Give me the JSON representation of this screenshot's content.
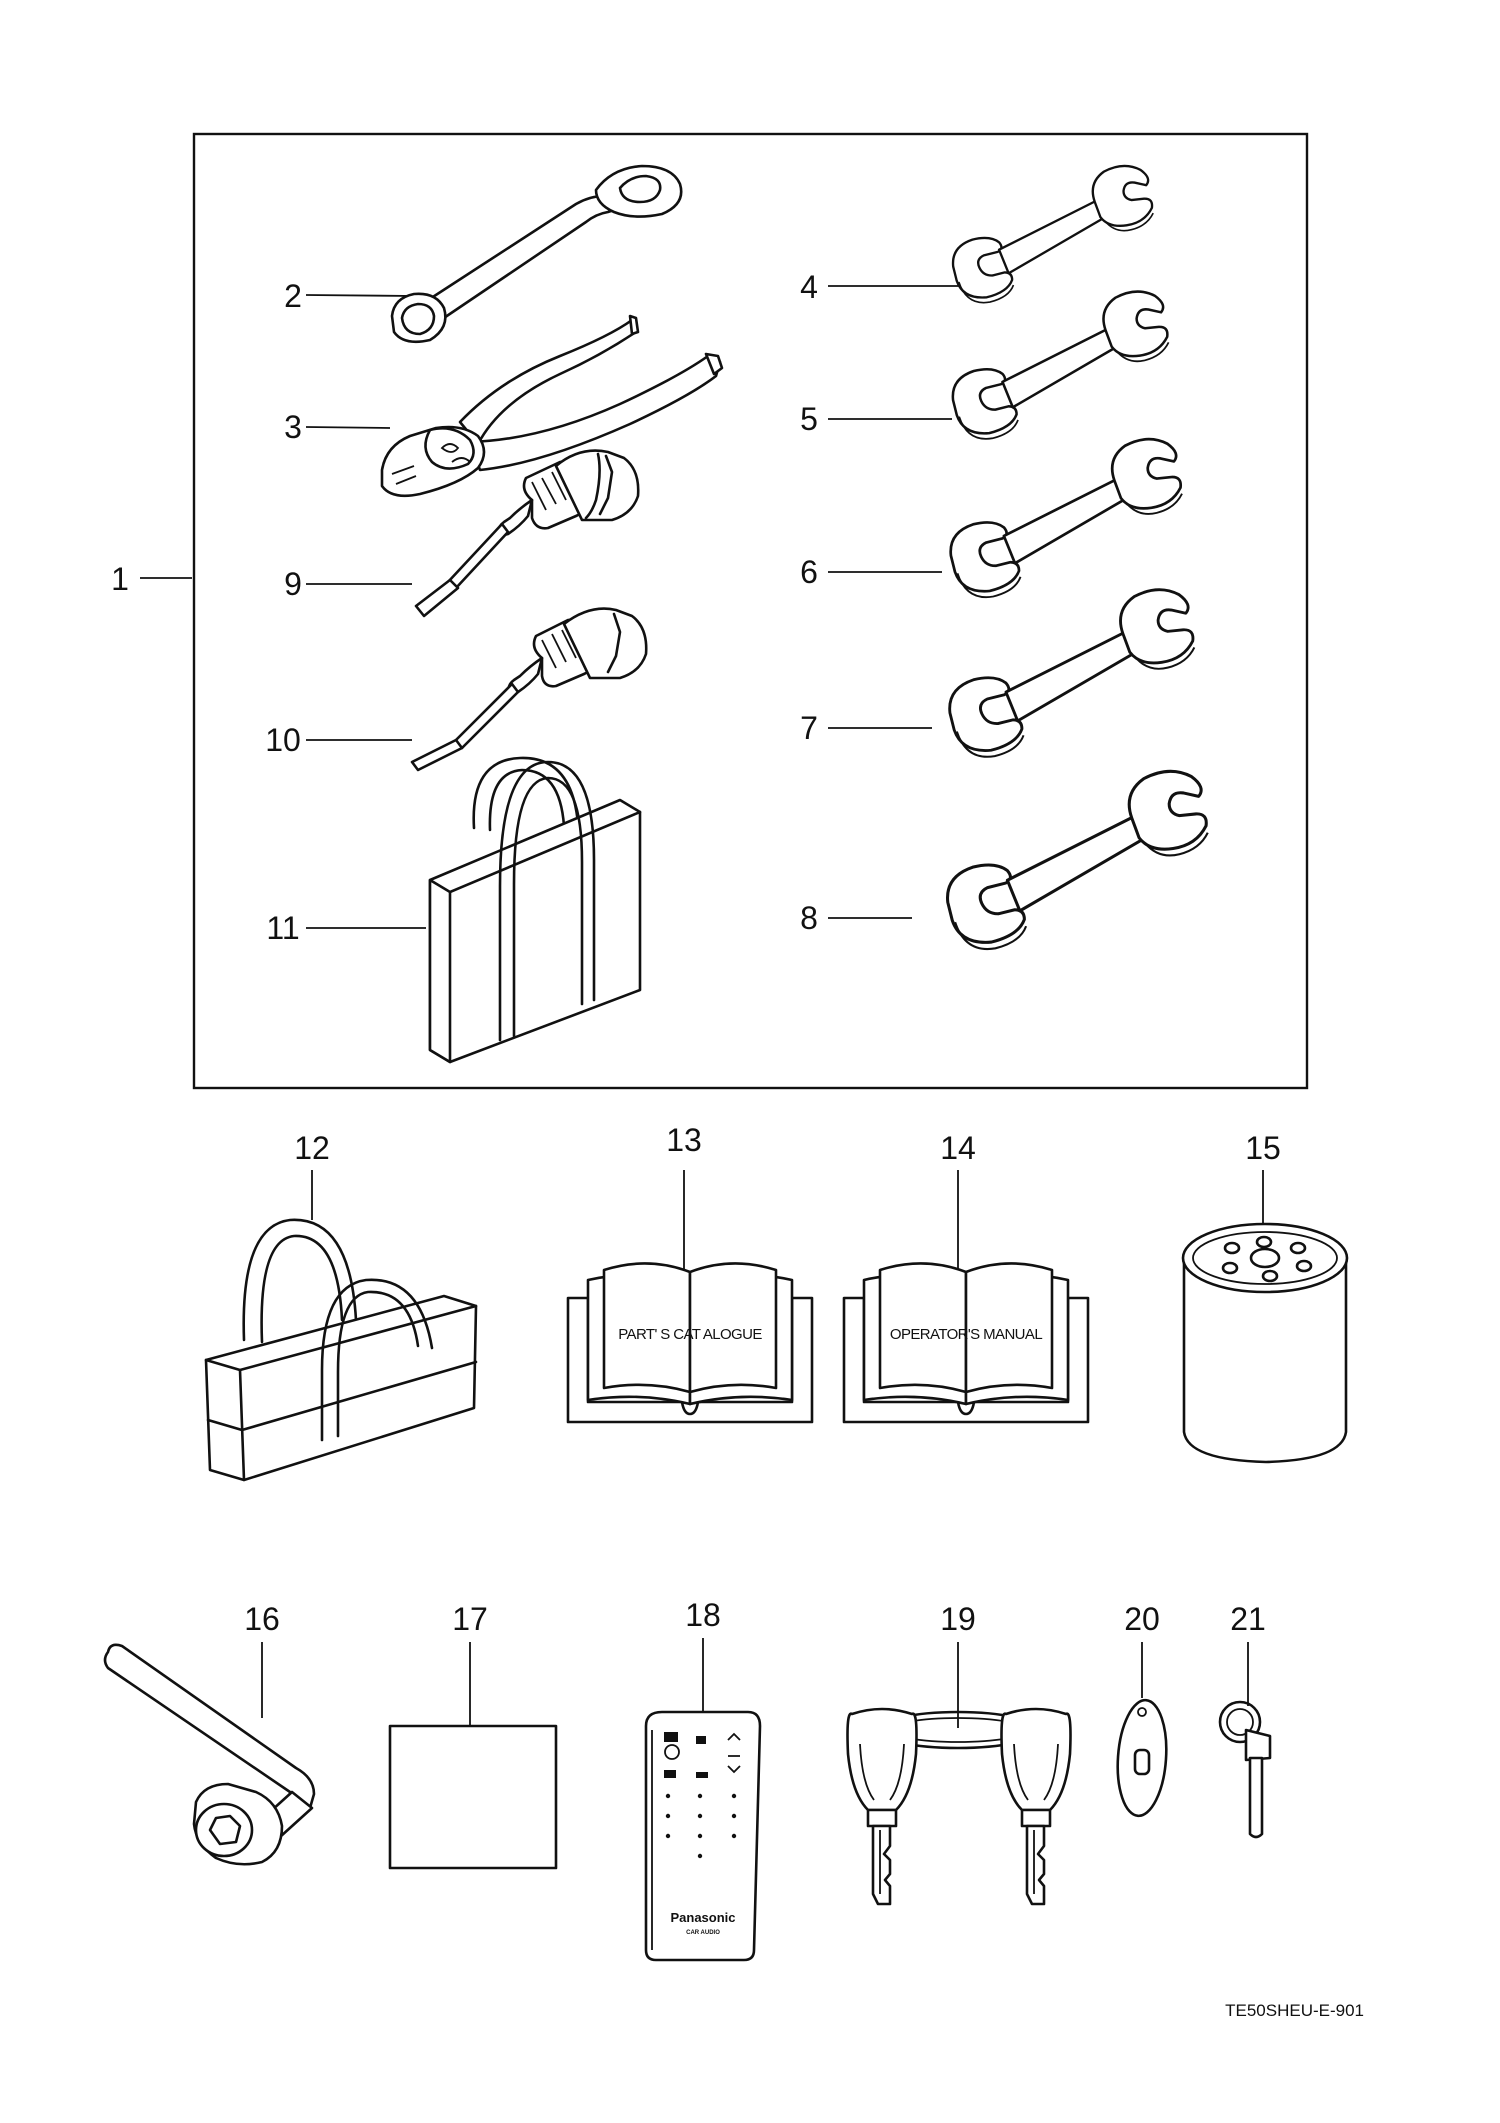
{
  "callouts": [
    "1",
    "2",
    "3",
    "4",
    "5",
    "6",
    "7",
    "8",
    "9",
    "10",
    "11",
    "12",
    "13",
    "14",
    "15",
    "16",
    "17",
    "18",
    "19",
    "20",
    "21"
  ],
  "book_titles": {
    "parts_catalogue": "PART' S CAT ALOGUE",
    "operators_manual": "OPERATOR'S MANUAL"
  },
  "remote_brand": "Panasonic",
  "remote_sub": "CAR AUDIO",
  "drawing_code": "TE50SHEU-E-901"
}
